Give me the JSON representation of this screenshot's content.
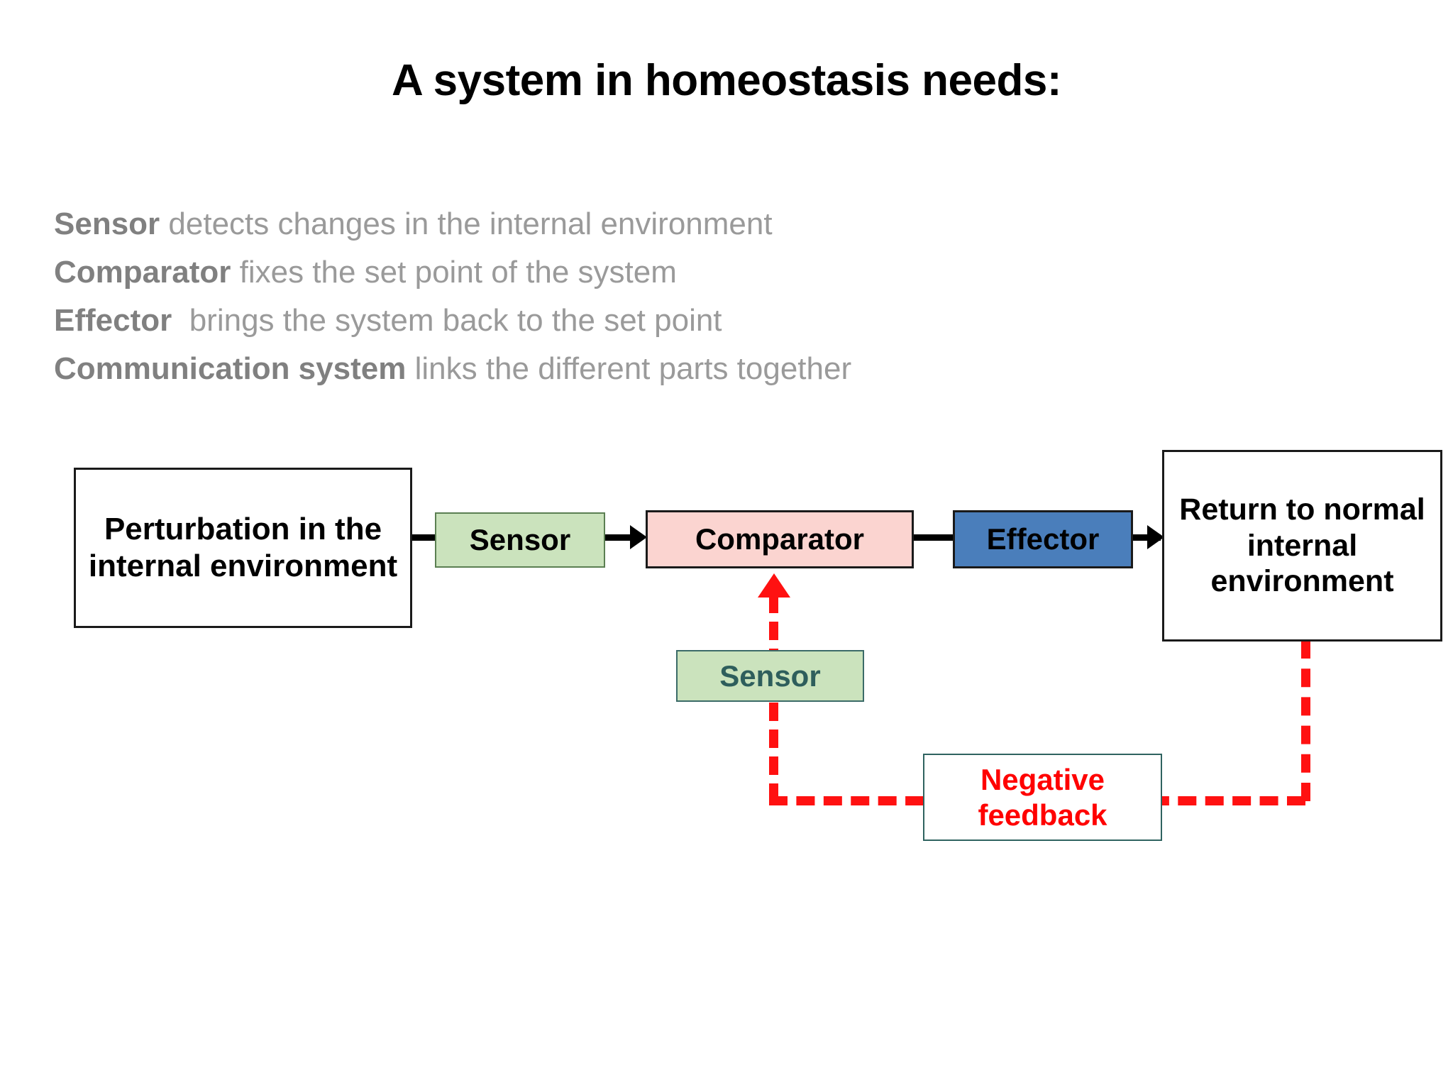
{
  "slide": {
    "title": "A system in homeostasis needs:",
    "background_color": "#ffffff"
  },
  "body": {
    "lines": [
      {
        "lead": "Sensor",
        "tail": " detects changes in the internal environment"
      },
      {
        "lead": "Comparator",
        "tail": " fixes the set point of the system"
      },
      {
        "lead": "Effector",
        "tail": "  brings the system back to the set point"
      },
      {
        "lead": "Communication system",
        "tail": " links the different parts together"
      }
    ],
    "text_color": "#808080"
  },
  "diagram": {
    "nodes": {
      "perturbation": {
        "label": "Perturbation in the internal environment",
        "fill": "#ffffff",
        "border": "#1a1a1a",
        "text_color": "#000000"
      },
      "sensor_main": {
        "label": "Sensor",
        "fill": "#cbe3bd",
        "border": "#5b7f52",
        "text_color": "#000000"
      },
      "comparator": {
        "label": "Comparator",
        "fill": "#fbd4d0",
        "border": "#1a1a1a",
        "text_color": "#000000"
      },
      "effector": {
        "label": "Effector",
        "fill": "#4a7ebb",
        "border": "#1a1a1a",
        "text_color": "#000000"
      },
      "return_normal": {
        "label": "Return to normal internal environment",
        "fill": "#ffffff",
        "border": "#1a1a1a",
        "text_color": "#000000"
      },
      "sensor_feedback": {
        "label": "Sensor",
        "fill": "#cbe3bd",
        "border": "#3b6b68",
        "text_color": "#2e5e5c"
      },
      "negative_feedback": {
        "label": "Negative feedback",
        "fill": "#ffffff",
        "border": "#2f6360",
        "text_color": "#ff0000"
      }
    },
    "connectors": {
      "perturbation_to_sensor": "line",
      "sensor_to_comparator": "arrow",
      "comparator_to_effector": "line",
      "effector_to_return": "arrow",
      "feedback_loop": "dashed-arrow",
      "feedback_color": "#ff1111",
      "connector_color": "#000000"
    }
  }
}
